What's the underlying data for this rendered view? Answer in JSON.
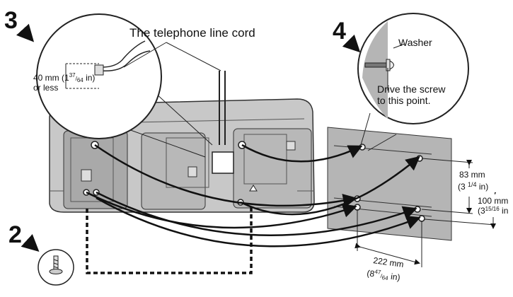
{
  "steps": {
    "step2": "2",
    "step3": "3",
    "step4": "4"
  },
  "labels": {
    "cord": "The telephone line cord",
    "washer": "Washer",
    "drive_line1": "Drive the screw",
    "drive_line2": "to this point.",
    "length_main": "40 mm (1",
    "length_num": "37",
    "length_den": "64",
    "length_unit": " in)",
    "length_note": "or less"
  },
  "dimensions": {
    "d83_mm": "83 mm",
    "d83_in_open": "(3 ",
    "d83_in_frac": "1/4",
    "d83_in_close": " in)",
    "d100_mm": "100 mm",
    "d100_in_open": "(3",
    "d100_in_frac": "15/16",
    "d100_in_close": " in",
    "d222_mm": "222 mm",
    "d222_in_open": "(8",
    "d222_in_num": "47",
    "d222_in_den": "64",
    "d222_in_close": " in)"
  },
  "colors": {
    "device": "#c8c8c8",
    "device_dark": "#8c8c8c",
    "wall": "#b5b5b5",
    "ink": "#111111"
  },
  "icons": [
    "screw-icon",
    "step-arrow-icon",
    "magnifier-circle-icon",
    "washer-icon"
  ]
}
